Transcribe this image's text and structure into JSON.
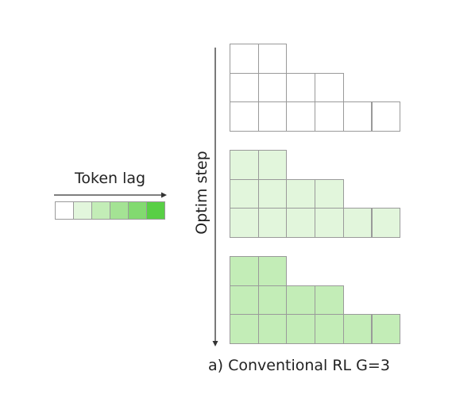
{
  "token_lag": {
    "title": "Token lag",
    "colors": [
      "#ffffff",
      "#e2f6dc",
      "#c3edb7",
      "#a4e394",
      "#82da70",
      "#58cf45"
    ]
  },
  "optim_step_label": "Optim step",
  "caption": "a) Conventional RL G=3",
  "groups": [
    {
      "color": "#ffffff",
      "rows": [
        2,
        4,
        6
      ]
    },
    {
      "color": "#e2f6dc",
      "rows": [
        2,
        4,
        6
      ]
    },
    {
      "color": "#c3edb7",
      "rows": [
        2,
        4,
        6
      ]
    }
  ]
}
